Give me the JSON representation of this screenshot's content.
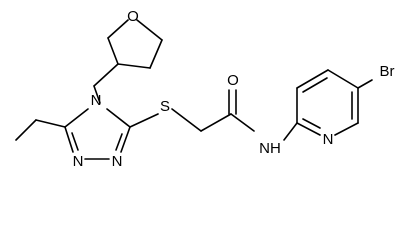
{
  "atoms": {
    "O_thf": "O",
    "N_ring4": "N",
    "N_ring1": "N",
    "N_ring2": "N",
    "S": "S",
    "O_carbonyl": "O",
    "NH": "NH",
    "N_pyr": "N",
    "Br": "Br"
  }
}
